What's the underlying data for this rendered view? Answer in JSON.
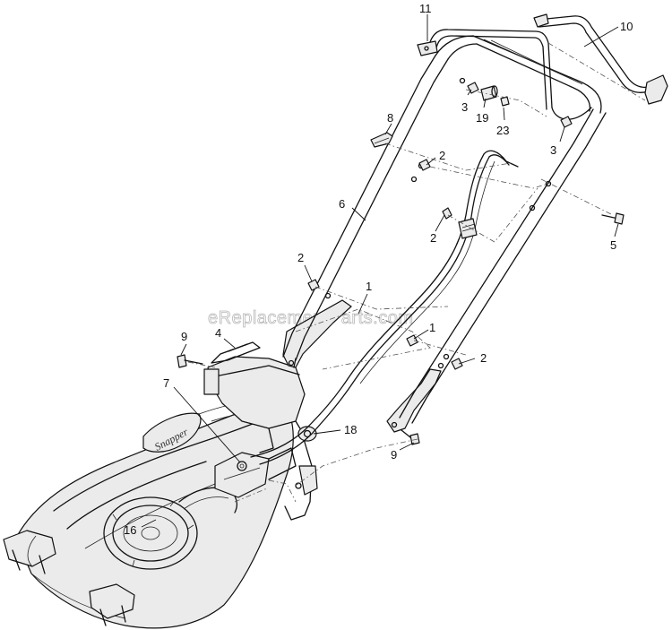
{
  "watermark": "eReplacementParts.com",
  "logo_text": "Snapper",
  "callouts": {
    "c11": "11",
    "c10": "10",
    "c3a": "3",
    "c19": "19",
    "c23": "23",
    "c8": "8",
    "c3b": "3",
    "c2a": "2",
    "c6": "6",
    "c2b": "2",
    "c5": "5",
    "c2c": "2",
    "c1a": "1",
    "c1b": "1",
    "c9a": "9",
    "c4": "4",
    "c2d": "2",
    "c7": "7",
    "c18": "18",
    "c9b": "9",
    "c16": "16"
  }
}
